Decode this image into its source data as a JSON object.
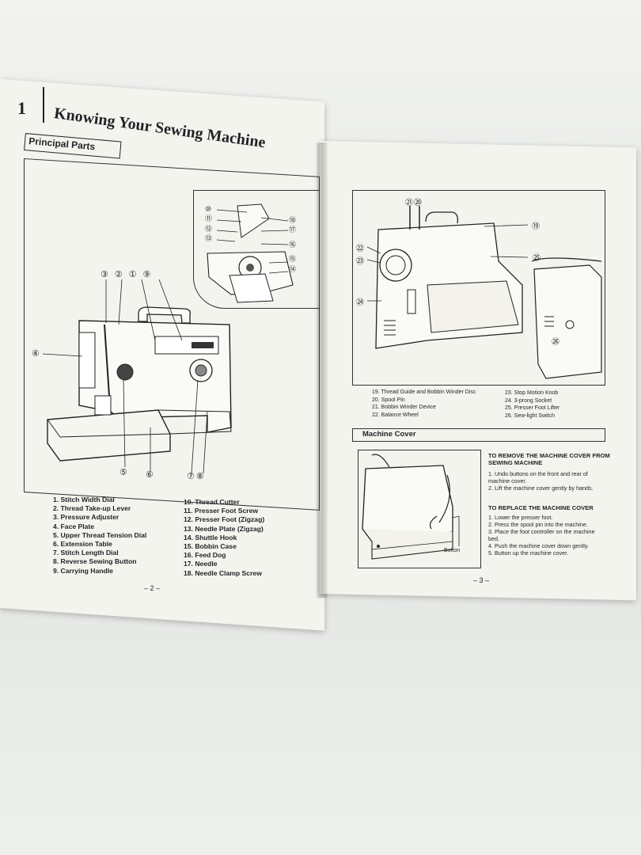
{
  "chapter": {
    "number": "1",
    "title": "Knowing Your Sewing Machine"
  },
  "section": {
    "title": "Principal Parts"
  },
  "callouts_left_top": [
    "③",
    "②",
    "①",
    "⑨"
  ],
  "callouts_left_side": [
    "④"
  ],
  "callouts_left_bottom": [
    "⑤",
    "⑥",
    "⑦",
    "⑧"
  ],
  "callouts_inset": [
    "⑩",
    "⑪",
    "⑫",
    "⑬",
    "⑱",
    "⑰",
    "⑯",
    "⑮",
    "⑭"
  ],
  "callouts_right": [
    "㉑",
    "⑳",
    "⑲",
    "㉒",
    "㉓",
    "㉕",
    "㉔",
    "㉖"
  ],
  "parts_col1": [
    "1.  Stitch Width Dial",
    "2.  Thread Take-up Lever",
    "3.  Pressure Adjuster",
    "4.  Face Plate",
    "5.  Upper Thread Tension Dial",
    "6.  Extension Table",
    "7.  Stitch Length Dial",
    "8.  Reverse Sewing Button",
    "9.  Carrying Handle"
  ],
  "parts_col2": [
    "10.  Thread Cutter",
    "11.  Presser Foot Screw",
    "12.  Presser Foot (Zigzag)",
    "13.  Needle Plate (Zigzag)",
    "14.  Shuttle Hook",
    "15.  Bobbin Case",
    "16.  Feed Dog",
    "17.  Needle",
    "18.  Needle Clamp Screw"
  ],
  "page_left": "– 2 –",
  "parts_col3": [
    "19.  Thread Guide and Bobbin Winder Disc",
    "20.  Spool Pin",
    "21.  Bobbin Winder Device",
    "22.  Balance Wheel"
  ],
  "parts_col4": [
    "23.  Stop Motion Knob",
    "24.  3-prong Socket",
    "25.  Presser Foot Lifter",
    "26.  Sew-light Switch"
  ],
  "cover_section": {
    "title": "Machine Cover"
  },
  "remove": {
    "heading": "TO REMOVE THE MACHINE COVER FROM SEWING MACHINE",
    "steps": [
      "1.  Undo buttons on the front and rear of machine cover.",
      "2.  Lift the machine cover gently by hands."
    ]
  },
  "replace": {
    "heading": "TO REPLACE THE MACHINE COVER",
    "steps": [
      "1.  Lower the presser foot.",
      "2.  Press the spool pin into the machine.",
      "3.  Place the foot controller on the machine bed.",
      "4.  Push the machine cover down gently.",
      "5.  Button up the machine cover."
    ]
  },
  "cover_figure_label": "Button",
  "page_right": "– 3 –"
}
